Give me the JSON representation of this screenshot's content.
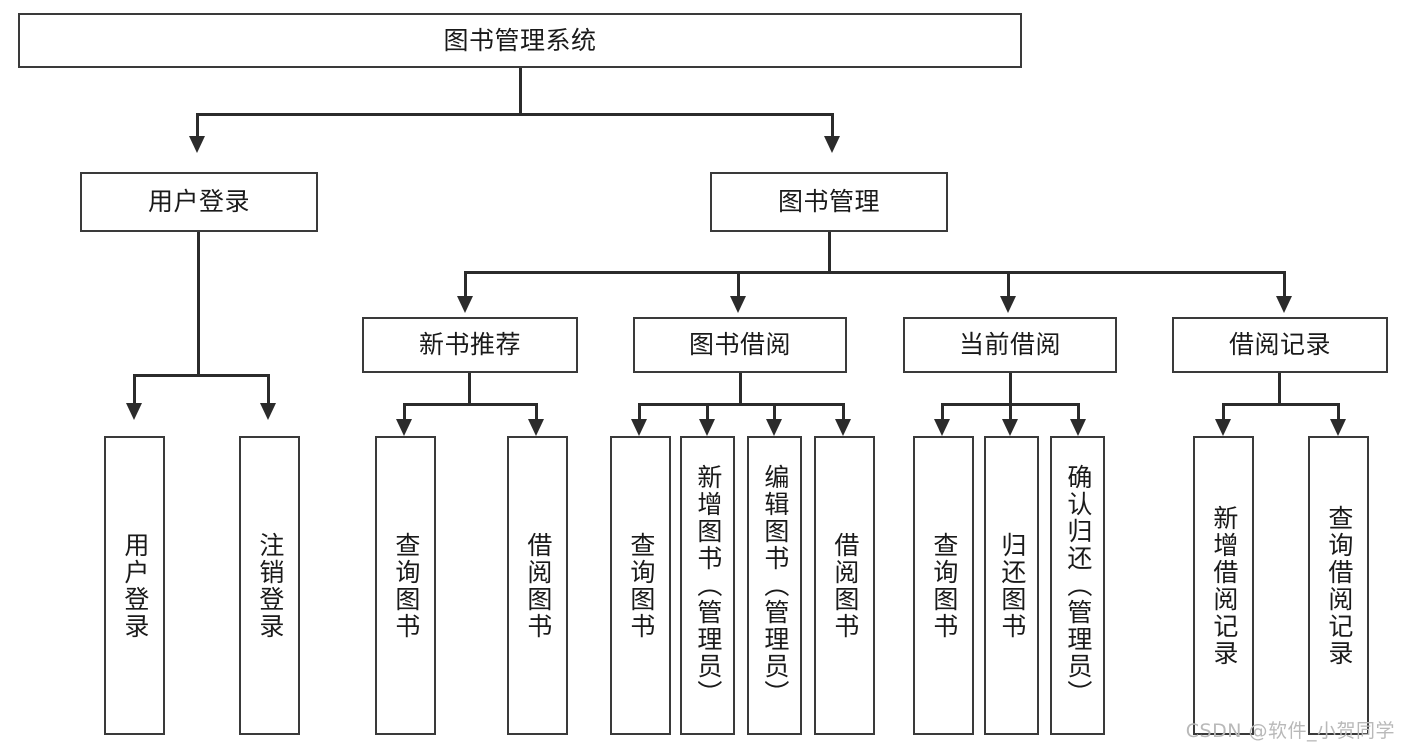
{
  "diagram": {
    "title": "图书管理系统",
    "type": "tree-hierarchy",
    "root": {
      "label": "图书管理系统"
    },
    "level2": [
      {
        "label": "用户登录"
      },
      {
        "label": "图书管理"
      }
    ],
    "level3": [
      {
        "label": "新书推荐"
      },
      {
        "label": "图书借阅"
      },
      {
        "label": "当前借阅"
      },
      {
        "label": "借阅记录"
      }
    ],
    "leaves": {
      "user_login": [
        {
          "label": "用户登录"
        },
        {
          "label": "注销登录"
        }
      ],
      "new_book_recommend": [
        {
          "label": "查询图书"
        },
        {
          "label": "借阅图书"
        }
      ],
      "book_borrow": [
        {
          "label": "查询图书"
        },
        {
          "label": "新增图书（管理员）"
        },
        {
          "label": "编辑图书（管理员）"
        },
        {
          "label": "借阅图书"
        }
      ],
      "current_borrow": [
        {
          "label": "查询图书"
        },
        {
          "label": "归还图书"
        },
        {
          "label": "确认归还（管理员）"
        }
      ],
      "borrow_record": [
        {
          "label": "新增借阅记录"
        },
        {
          "label": "查询借阅记录"
        }
      ]
    }
  },
  "watermark": {
    "text": "CSDN @软件_小贺同学"
  },
  "colors": {
    "border": "#3a3a3a",
    "line": "#2b2b2b",
    "text": "#1a1a1a",
    "background": "#ffffff",
    "watermark": "#b9b9b9"
  }
}
